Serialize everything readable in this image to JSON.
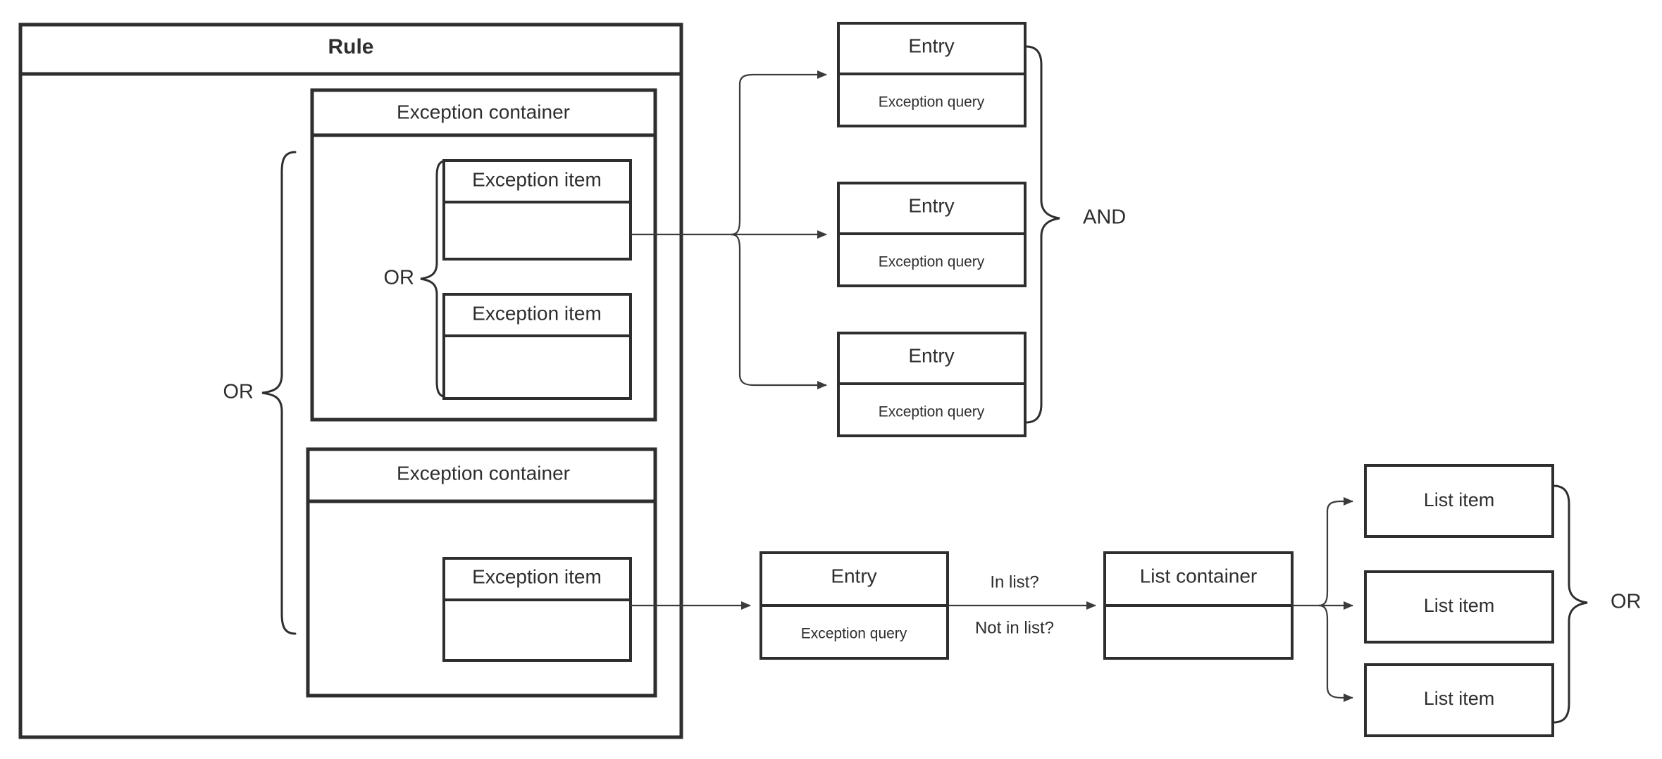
{
  "diagram": {
    "title": "Rule",
    "labels": {
      "exception_container": "Exception container",
      "exception_item": "Exception item",
      "entry": "Entry",
      "exception_query": "Exception query",
      "list_container": "List container",
      "list_item": "List item",
      "operator_or": "OR",
      "operator_and": "AND",
      "edge_in_list": "In list?",
      "edge_not_in_list": "Not in list?"
    },
    "colors": {
      "stroke": "#2e2e2e",
      "connector": "#3b3b3b",
      "background": "#ffffff"
    },
    "rule": {
      "title": "Rule",
      "containers": [
        {
          "header": "Exception container",
          "operator": "OR",
          "items": [
            {
              "header": "Exception item",
              "body": ""
            },
            {
              "header": "Exception item",
              "body": ""
            }
          ]
        },
        {
          "header": "Exception container",
          "operator": "",
          "items": [
            {
              "header": "Exception item",
              "body": ""
            }
          ]
        }
      ],
      "outer_operator": "OR"
    },
    "entries_group": {
      "operator": "AND",
      "entries": [
        {
          "title": "Entry",
          "body": "Exception query"
        },
        {
          "title": "Entry",
          "body": "Exception query"
        },
        {
          "title": "Entry",
          "body": "Exception query"
        }
      ]
    },
    "list_flow": {
      "entry": {
        "title": "Entry",
        "body": "Exception query"
      },
      "edge_labels": [
        "In list?",
        "Not in list?"
      ],
      "list_container": {
        "header": "List container",
        "body": ""
      },
      "operator": "OR",
      "list_items": [
        {
          "label": "List item"
        },
        {
          "label": "List item"
        },
        {
          "label": "List item"
        }
      ]
    }
  }
}
